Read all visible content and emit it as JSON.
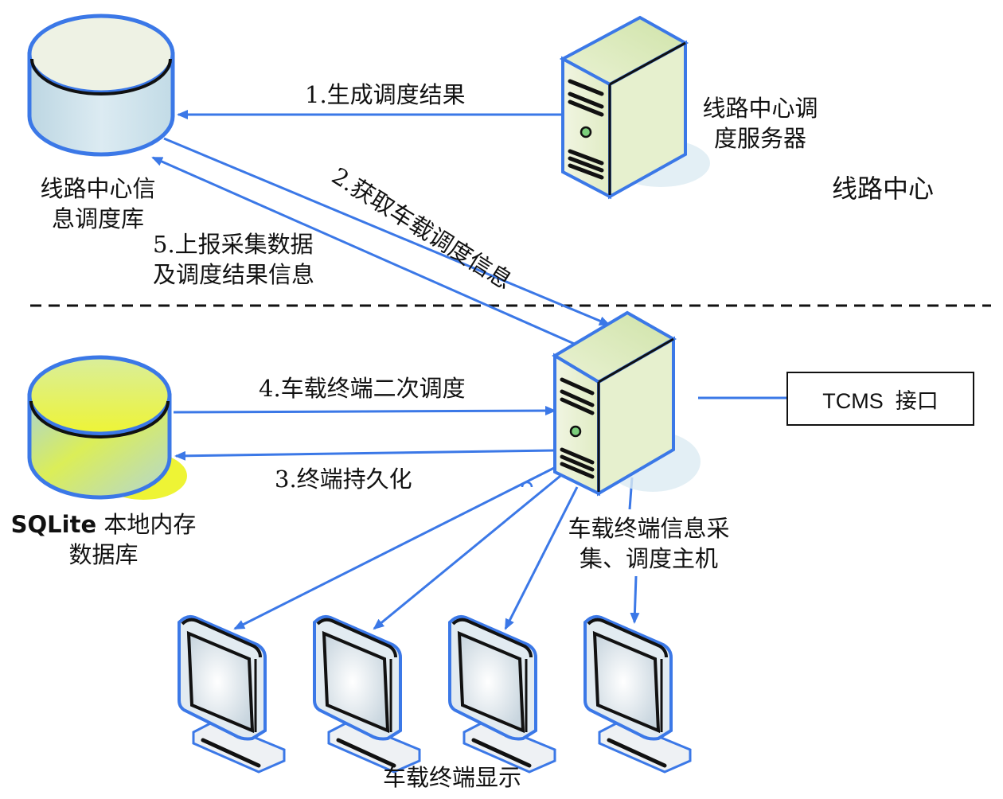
{
  "nodes": {
    "center_db": {
      "label_line1": "线路中心信",
      "label_line2": "息调度库",
      "icon": "database-cylinder-icon"
    },
    "center_server": {
      "label_line1": "线路中心调",
      "label_line2": "度服务器",
      "icon": "tower-server-icon"
    },
    "onboard_host": {
      "label_line1": "车载终端信息采",
      "label_line2": "集、调度主机",
      "icon": "tower-server-icon"
    },
    "sqlite_db": {
      "label_bold": "SQLite",
      "label_line1_rest": " 本地内存",
      "label_line2": "数据库",
      "icon": "database-cylinder-icon"
    },
    "tcms": {
      "label": "TCMS  接口"
    },
    "displays": {
      "label": "车载终端显示",
      "count": 4,
      "icon": "monitor-icon"
    }
  },
  "regions": {
    "upper_zone_label": "线路中心"
  },
  "edges": [
    {
      "id": "1",
      "label": "1.生成调度结果",
      "from": "center_server",
      "to": "center_db"
    },
    {
      "id": "2",
      "label": "2.获取车载调度信息",
      "from": "center_db",
      "to": "onboard_host"
    },
    {
      "id": "3",
      "label": "3.终端持久化",
      "from": "onboard_host",
      "to": "sqlite_db"
    },
    {
      "id": "4",
      "label": "4.车载终端二次调度",
      "from": "sqlite_db",
      "to": "onboard_host"
    },
    {
      "id": "5",
      "label_line1": "5.上报采集数据",
      "label_line2": "及调度结果信息",
      "from": "onboard_host",
      "to": "center_db"
    }
  ],
  "colors": {
    "line_blue": "#3b78e7",
    "db_top": "#eef2e4",
    "db_body": "#c9dfe9",
    "sqlite_yellow": "#e8f24a",
    "server_face": "#e4efc9",
    "indicator_green": "#7ccf7c"
  }
}
